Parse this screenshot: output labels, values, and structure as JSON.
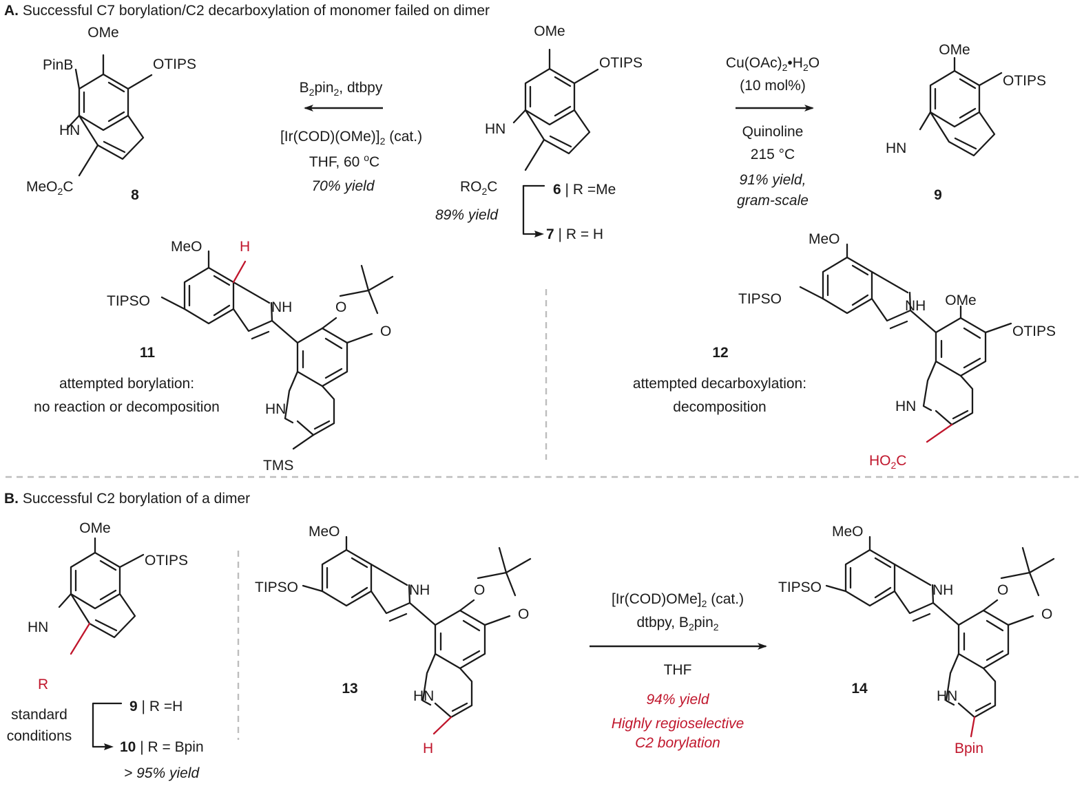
{
  "sectionA": {
    "letter": "A.",
    "title": "Successful C7 borylation/C2 decarboxylation of monomer failed on dimer",
    "cmpd8": {
      "ome": "OMe",
      "otips": "OTIPS",
      "pinb": "PinB",
      "hn": "HN",
      "ester": "MeO2C",
      "id": "8"
    },
    "cmpd6": {
      "ome": "OMe",
      "otips": "OTIPS",
      "hn": "HN",
      "ester": "RO2C",
      "id6": "6",
      "r6": "| R =Me",
      "id7": "7",
      "r7": "| R = H",
      "yield": "89% yield"
    },
    "cmpd9": {
      "ome": "OMe",
      "otips": "OTIPS",
      "hn": "HN",
      "id": "9"
    },
    "borylation": {
      "reagent": "B2pin2, dtbpy",
      "catalyst": "[Ir(COD)(OMe)]2 (cat.)",
      "solvent": "THF, 60 oC",
      "yield": "70% yield"
    },
    "decarboxylation": {
      "reagent": "Cu(OAc)2•H2O",
      "loading": "(10 mol%)",
      "solvent": "Quinoline",
      "temp": "215 °C",
      "yield": "91% yield,",
      "scale": "gram-scale"
    },
    "cmpd11": {
      "meo": "MeO",
      "h": "H",
      "tipso": "TIPSO",
      "nh": "NH",
      "hn": "HN",
      "o1": "O",
      "o2": "O",
      "tms": "TMS",
      "id": "11",
      "note1": "attempted borylation:",
      "note2": "no reaction or decomposition"
    },
    "cmpd12": {
      "meo": "MeO",
      "tipso": "TIPSO",
      "nh": "NH",
      "ome": "OMe",
      "otips": "OTIPS",
      "hn": "HN",
      "acid": "HO2C",
      "id": "12",
      "note1": "attempted decarboxylation:",
      "note2": "decomposition"
    }
  },
  "sectionB": {
    "letter": "B.",
    "title": "Successful C2 borylation of a dimer",
    "cmpd9_10": {
      "ome": "OMe",
      "otips": "OTIPS",
      "hn": "HN",
      "r": "R",
      "cond1": "standard",
      "cond2": "conditions",
      "id9": "9",
      "r9": "| R =H",
      "id10": "10",
      "r10": "| R = Bpin",
      "yield": "> 95% yield"
    },
    "cmpd13": {
      "meo": "MeO",
      "tipso": "TIPSO",
      "nh": "NH",
      "o1": "O",
      "o2": "O",
      "hn": "HN",
      "h": "H",
      "id": "13"
    },
    "reaction": {
      "catalyst": "[Ir(COD)OMe]2 (cat.)",
      "reagent": "dtbpy, B2pin2",
      "solvent": "THF",
      "yield": "94% yield",
      "note1": "Highly regioselective",
      "note2": "C2 borylation"
    },
    "cmpd14": {
      "meo": "MeO",
      "tipso": "TIPSO",
      "nh": "NH",
      "o1": "O",
      "o2": "O",
      "hn": "HN",
      "bpin": "Bpin",
      "id": "14"
    }
  },
  "colors": {
    "highlight": "#c0162c",
    "separator": "#bdbdbd",
    "ink": "#1a1a1a"
  }
}
